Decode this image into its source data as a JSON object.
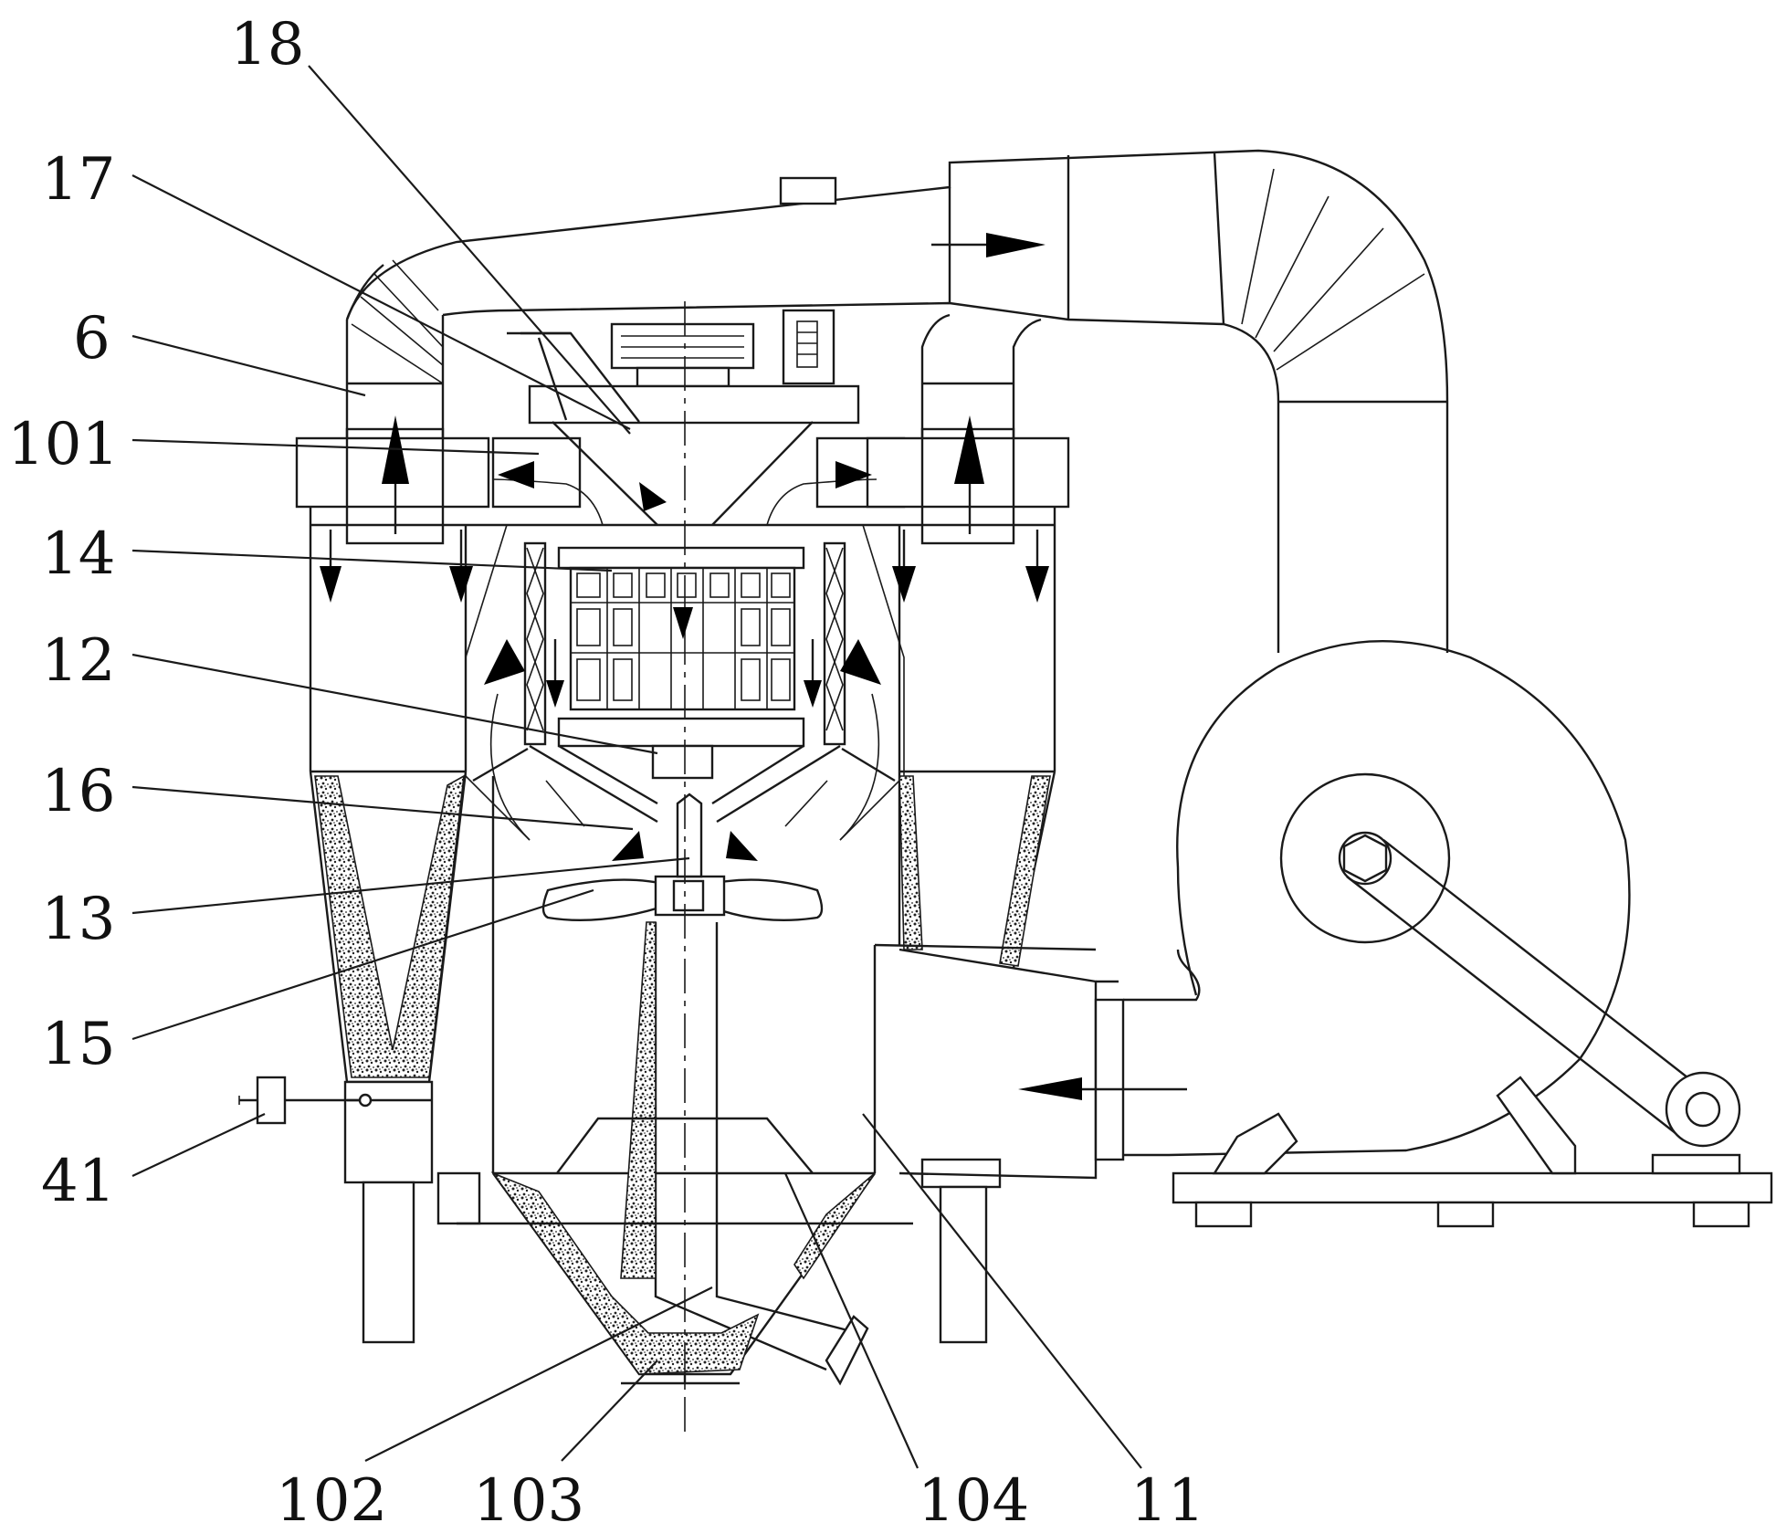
{
  "labels": {
    "l18": "18",
    "l17": "17",
    "l6": "6",
    "l101": "101",
    "l14": "14",
    "l12": "12",
    "l16": "16",
    "l13": "13",
    "l15": "15",
    "l41": "41",
    "l102": "102",
    "l103": "103",
    "l104": "104",
    "l11": "11"
  },
  "colors": {
    "line": "#1a1a1a",
    "arrow": "#000000",
    "background": "#ffffff",
    "deposit": "#333333"
  }
}
